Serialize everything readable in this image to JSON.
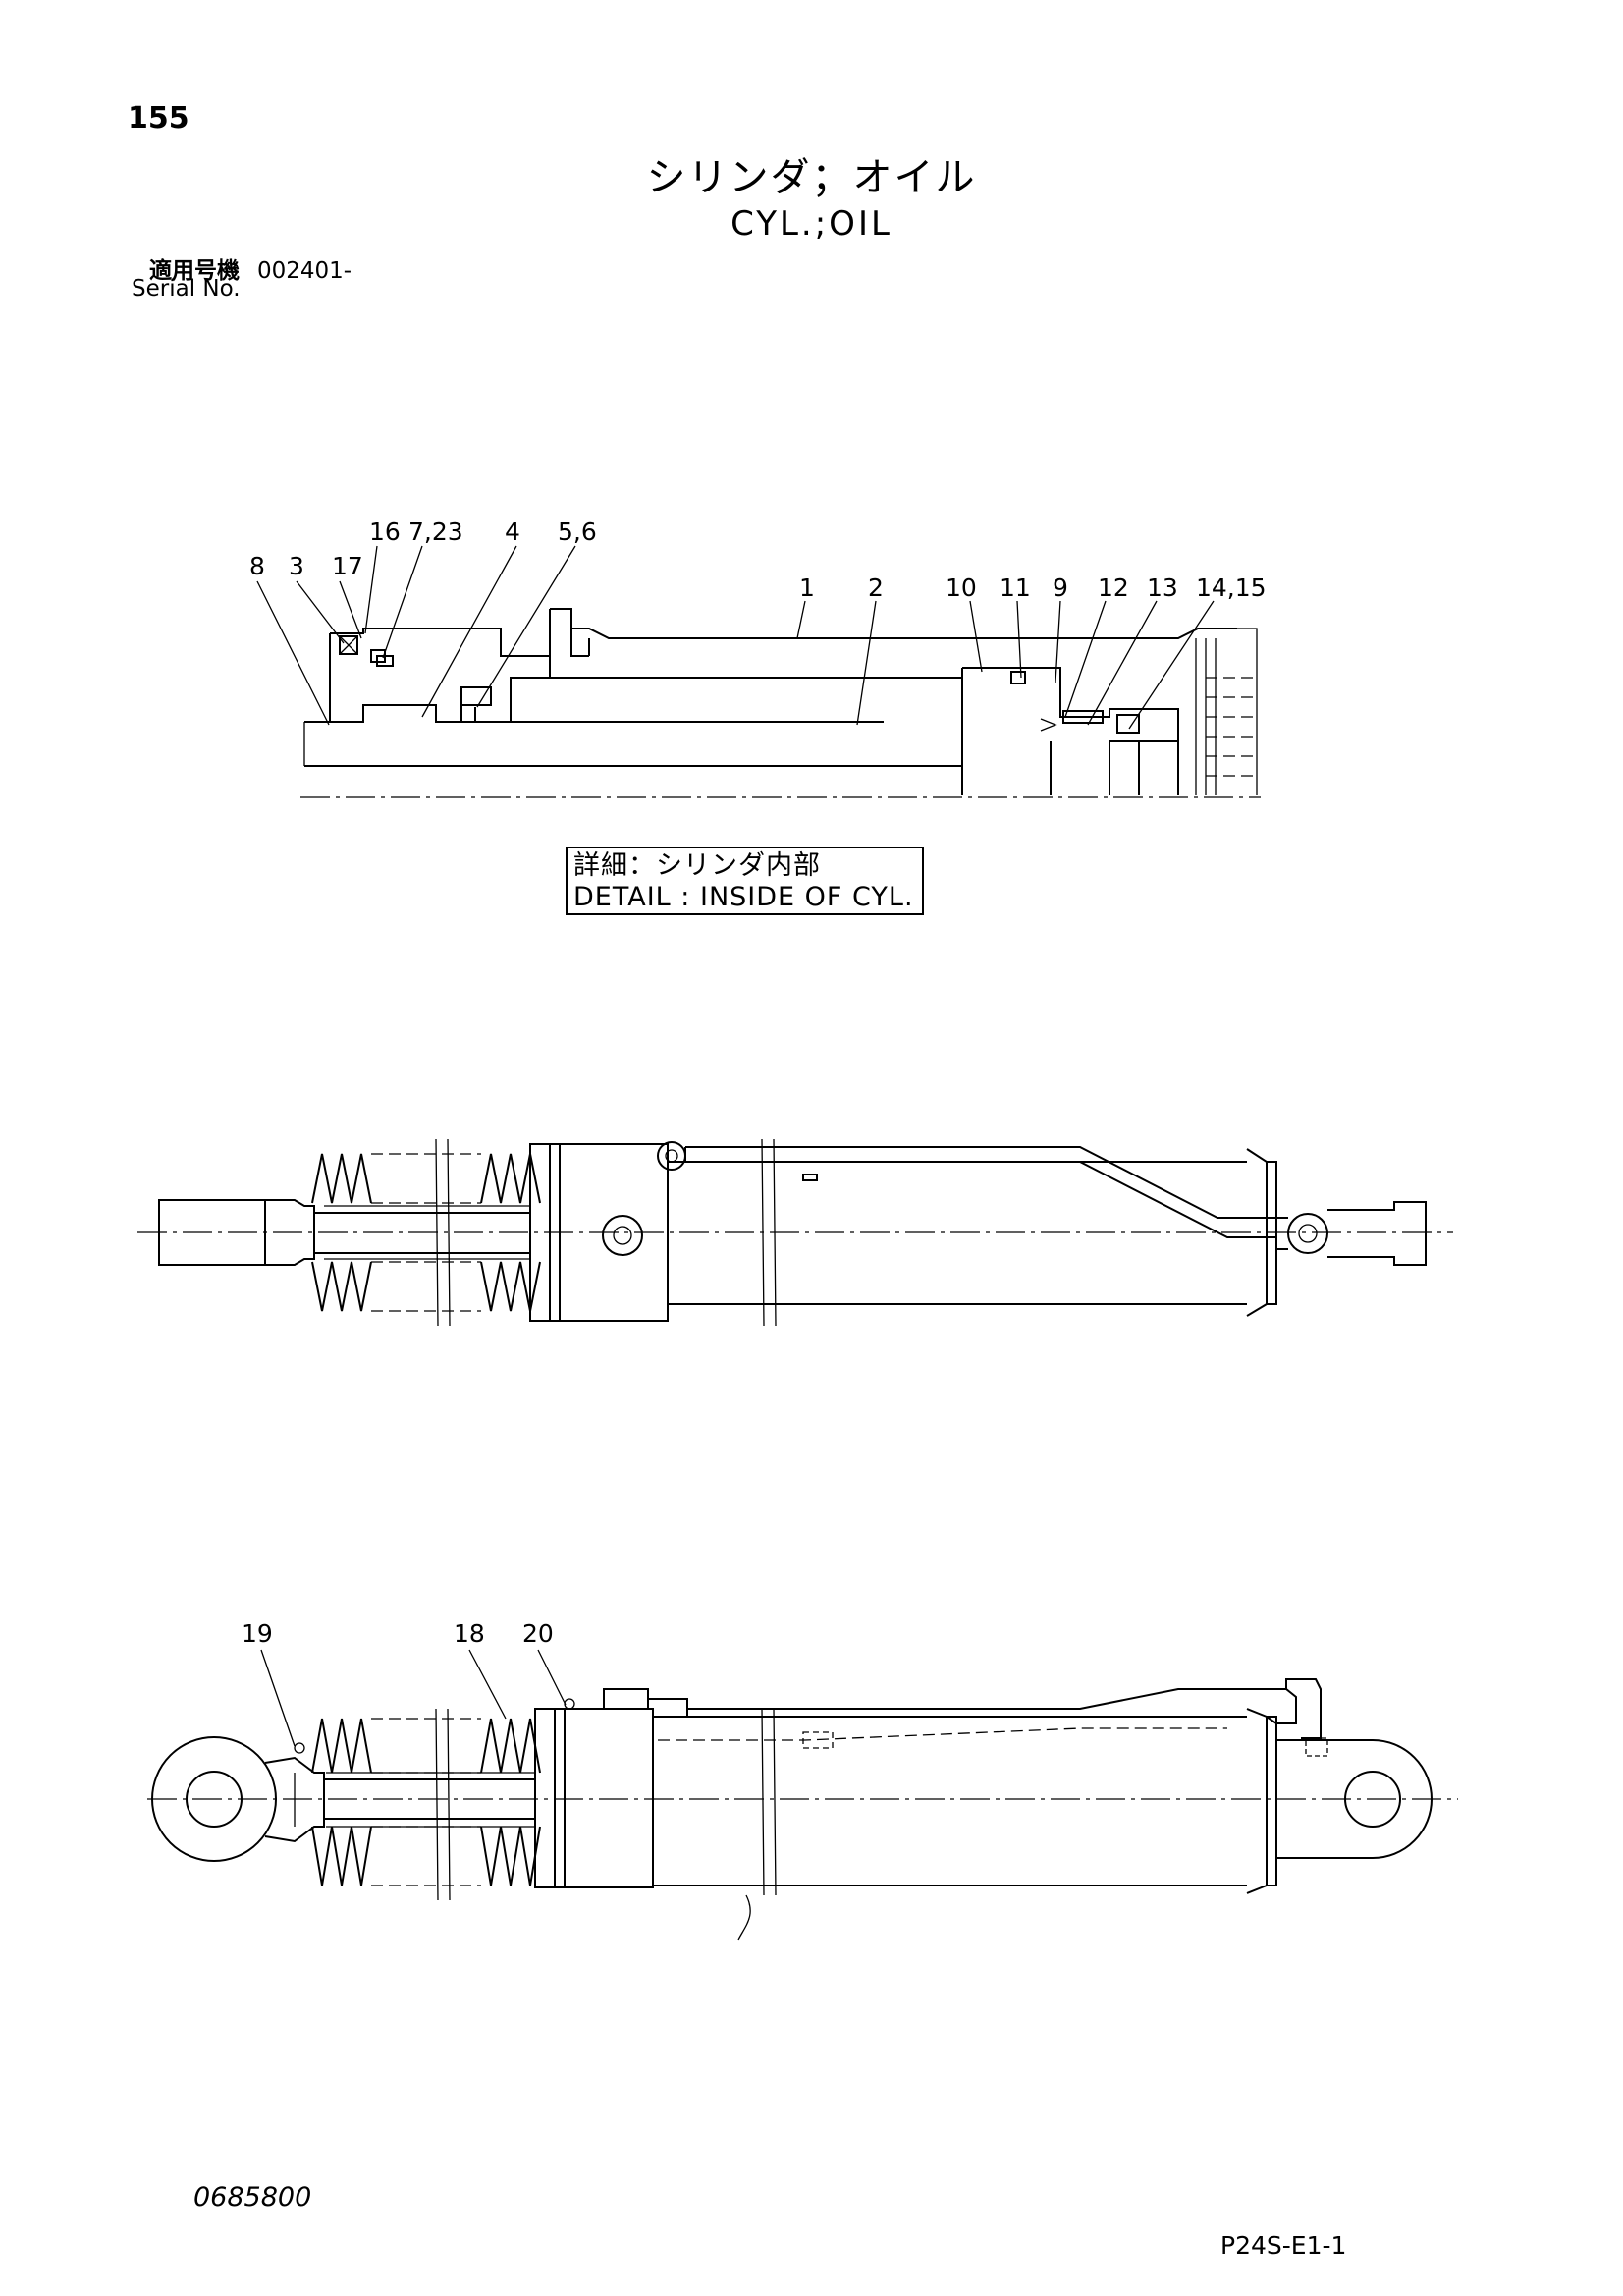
{
  "header": {
    "page_number": "155",
    "title_jp": "シリンダ；オイル",
    "title_en": "CYL.;OIL",
    "serial_label_jp": "適用号機",
    "serial_value": "002401-",
    "serial_label_en": "Serial No."
  },
  "detail_callouts": [
    "8",
    "3",
    "17",
    "16",
    "7,23",
    "4",
    "5,6",
    "1",
    "2",
    "10",
    "11",
    "9",
    "12",
    "13",
    "14,15"
  ],
  "detail_caption": {
    "jp": "詳細：シリンダ内部",
    "en": "DETAIL : INSIDE OF CYL."
  },
  "lower_callouts": [
    "19",
    "18",
    "20"
  ],
  "footer": {
    "drawing_number": "0685800",
    "page_code": "P24S-E1-1"
  }
}
